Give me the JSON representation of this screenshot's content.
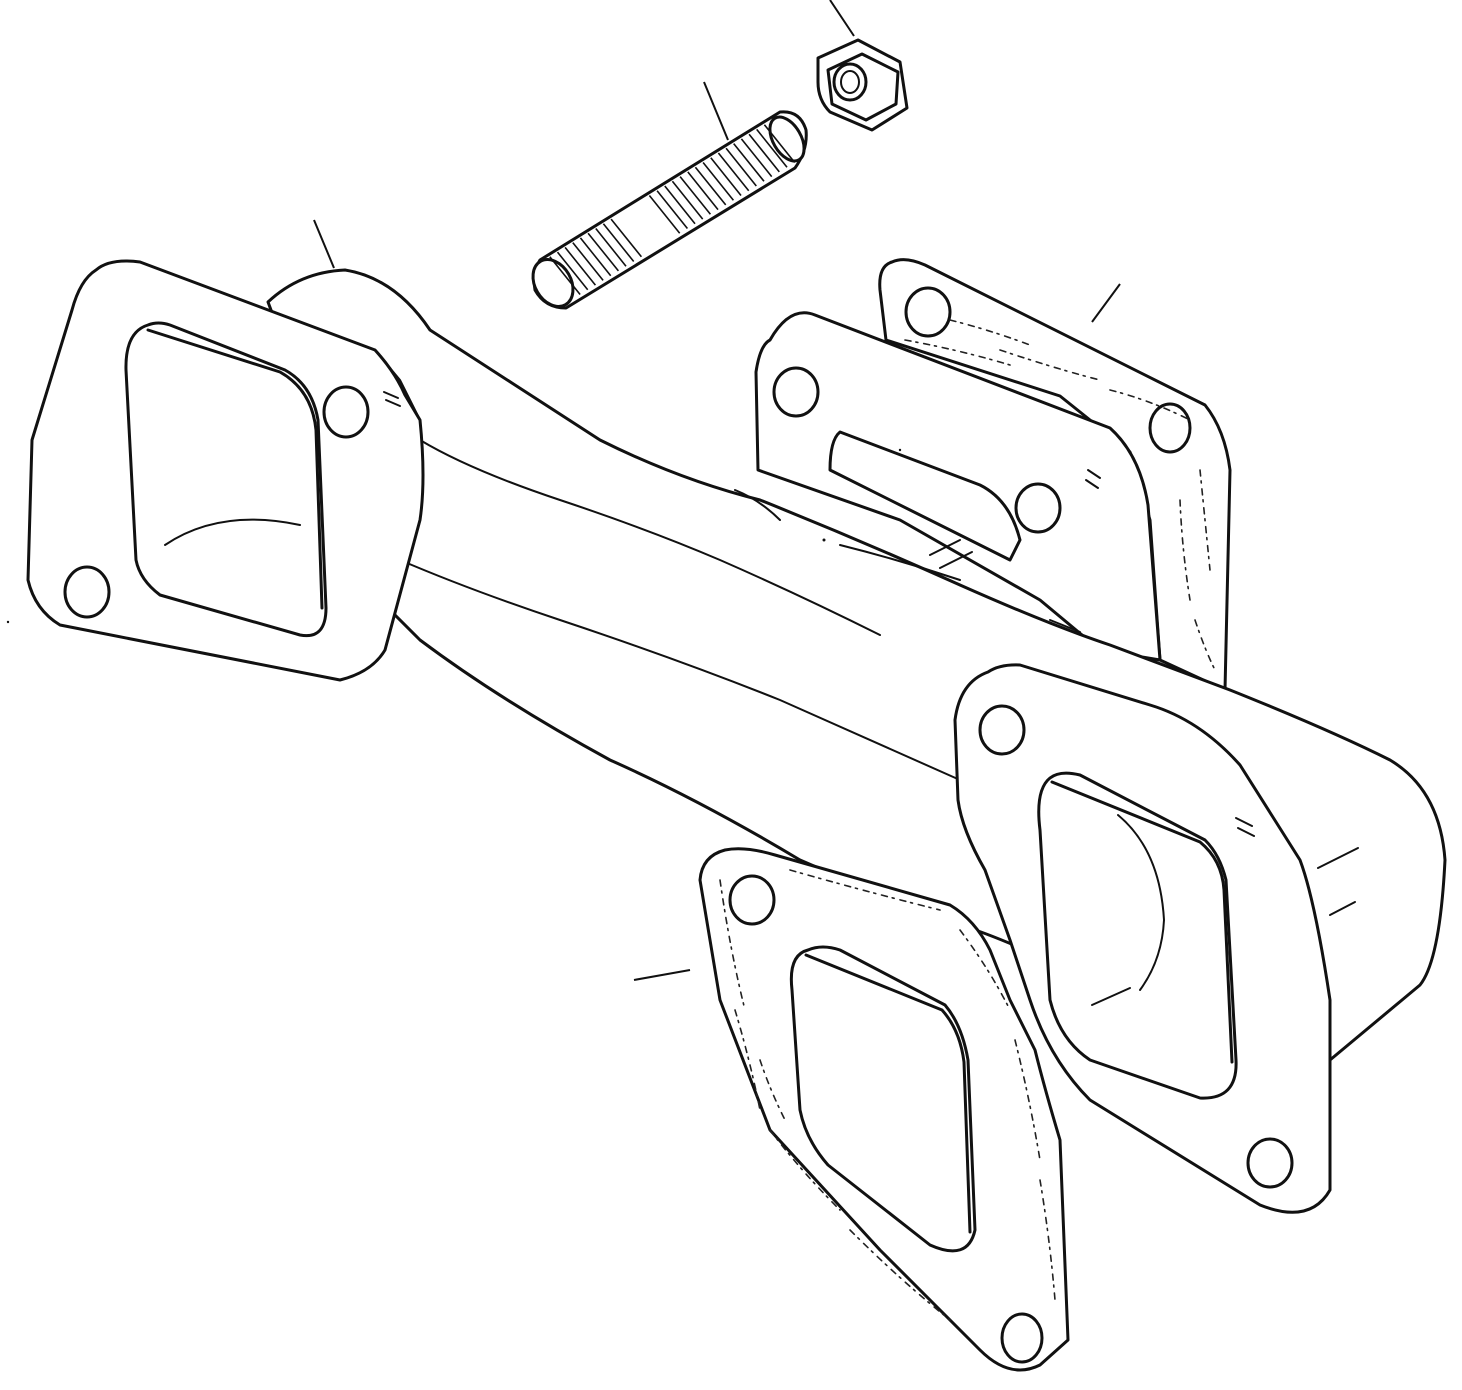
{
  "diagram": {
    "parts": [
      {
        "id": "exhaust-manifold",
        "label": ""
      },
      {
        "id": "gasket-upper",
        "label": ""
      },
      {
        "id": "gasket-lower",
        "label": ""
      },
      {
        "id": "stud",
        "label": ""
      },
      {
        "id": "nut",
        "label": ""
      }
    ],
    "callouts": [
      "",
      "",
      "",
      "",
      ""
    ]
  }
}
